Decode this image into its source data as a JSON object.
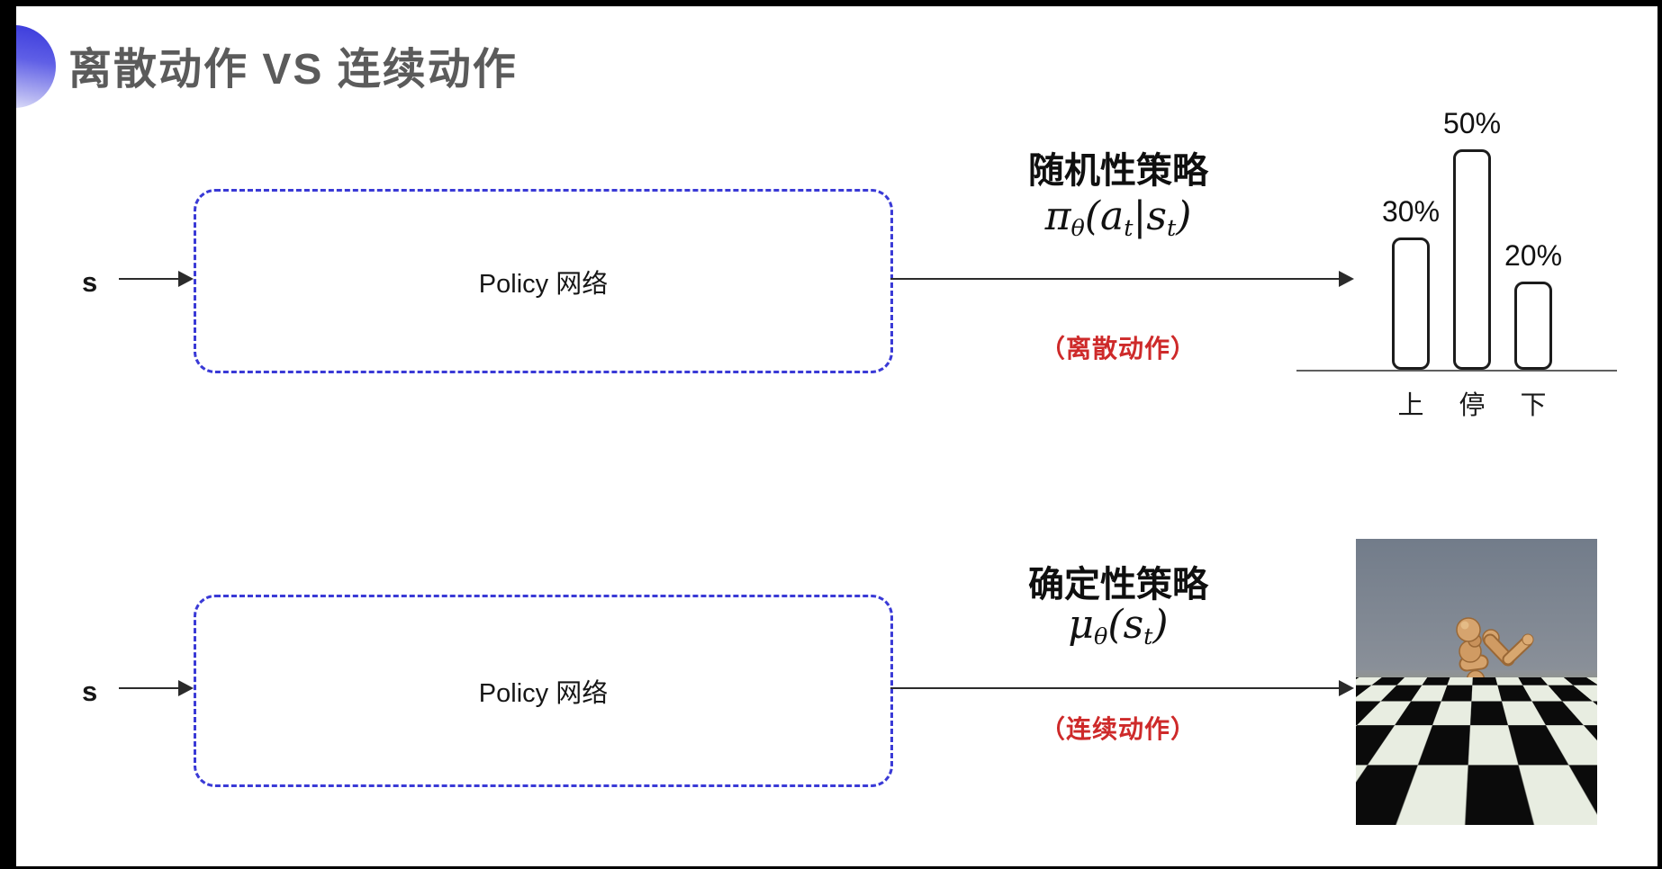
{
  "slide": {
    "title": "离散动作 VS 连续动作"
  },
  "top_flow": {
    "input_label": "s",
    "box_label": "Policy 网络",
    "policy_type": "随机性策略",
    "formula_segments": [
      {
        "t": "π"
      },
      {
        "t": "θ",
        "sub": true
      },
      {
        "t": "("
      },
      {
        "t": "a"
      },
      {
        "t": "t",
        "sub": true
      },
      {
        "t": "|"
      },
      {
        "t": "s"
      },
      {
        "t": "t",
        "sub": true
      },
      {
        "t": ")"
      }
    ],
    "action_note": "（离散动作）"
  },
  "bottom_flow": {
    "input_label": "s",
    "box_label": "Policy 网络",
    "policy_type": "确定性策略",
    "formula_segments": [
      {
        "t": "μ"
      },
      {
        "t": "θ",
        "sub": true
      },
      {
        "t": "("
      },
      {
        "t": "s"
      },
      {
        "t": "t",
        "sub": true
      },
      {
        "t": ")"
      }
    ],
    "action_note": "（连续动作）"
  },
  "chart_data": {
    "type": "bar",
    "categories": [
      "上",
      "停",
      "下"
    ],
    "values": [
      30,
      50,
      20
    ],
    "labels": [
      "30%",
      "50%",
      "20%"
    ],
    "title": "",
    "xlabel": "",
    "ylim": [
      0,
      60
    ],
    "grid": false,
    "legend": "none",
    "bar_fill": "#ffffff",
    "bar_border": "#1c1c1c"
  },
  "colors": {
    "box_dash_blue": "#3a3ad6",
    "note_red": "#ce2a2a",
    "title_gray": "#5b5b5b",
    "arrow_dark": "#2b2b2b"
  }
}
